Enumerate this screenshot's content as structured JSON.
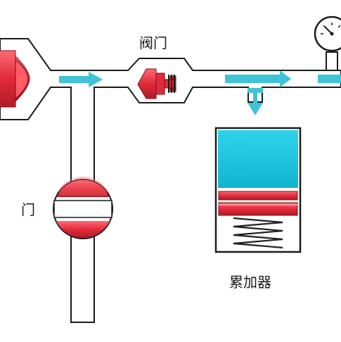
{
  "labels": {
    "valve": "阀门",
    "gate": "门",
    "accumulator": "累加器"
  },
  "colors": {
    "pipe_outline": "#1a1a1a",
    "pipe_fill": "#ffffff",
    "flow_arrow": "#3fc3d6",
    "valve_red": "#e12a3a",
    "fluid": "#19c4de",
    "spring": "#222222"
  },
  "icons": {
    "pump": "pump-icon",
    "valve": "valve-icon",
    "gate": "gate-valve-icon",
    "gauge": "pressure-gauge-icon",
    "spring": "spring-icon"
  }
}
